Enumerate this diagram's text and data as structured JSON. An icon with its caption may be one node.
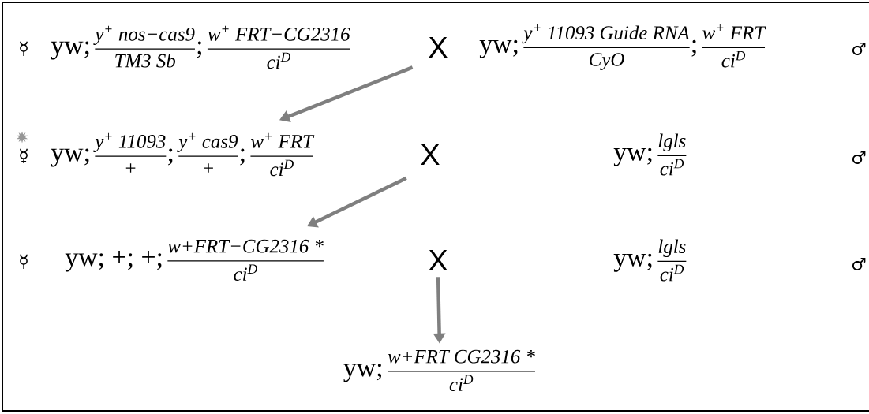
{
  "diagram": {
    "nodes": [
      {
        "text": [
          "yw;",
          "y$^{+}$ nos−cas9",
          "TM3 Sb",
          ";",
          "w$^{+}$ FRT−CG2316",
          "ci$^{D}$"
        ],
        "beside": [
          "☿"
        ]
      },
      {
        "text": [
          "X"
        ]
      },
      {
        "text": [
          "yw;",
          "y$^{+}$ 11093 Guide RNA",
          "CyO",
          ";",
          "w$^{+}$ FRT",
          "ci$^{D}$"
        ]
      },
      {
        "text": [
          "yw;",
          "y$^{+}$ 11093",
          "+",
          ";",
          "y$^{+}$ cas9",
          "+",
          ";",
          "w$^{+}$ FRT",
          "ci$^{D}$"
        ],
        "beside": [
          "☿"
        ]
      },
      {
        "text": [
          "X"
        ]
      },
      {
        "text": [
          "yw;",
          "lgls",
          "ci$^{D}$"
        ]
      },
      {
        "text": [
          "yw; +; +;",
          "w+FRT−CG2316 *",
          "ci$^{D}$"
        ],
        "beside": [
          "☿"
        ]
      },
      {
        "text": [
          "X"
        ]
      },
      {
        "text": [
          "yw;",
          "lgls",
          "ci$^{D}$"
        ]
      },
      {
        "text": [
          "yw;",
          "w+FRT CG2316 *",
          "ci$^{D}$"
        ]
      }
    ],
    "edges": [
      {
        "from": 1,
        "to": 3,
        "arrow": "to"
      },
      {
        "from": 4,
        "to": 6,
        "arrow": "to"
      },
      {
        "from": 7,
        "to": 9,
        "arrow": "to"
      }
    ],
    "labels": [
      "♂",
      "♂",
      "♂"
    ]
  }
}
